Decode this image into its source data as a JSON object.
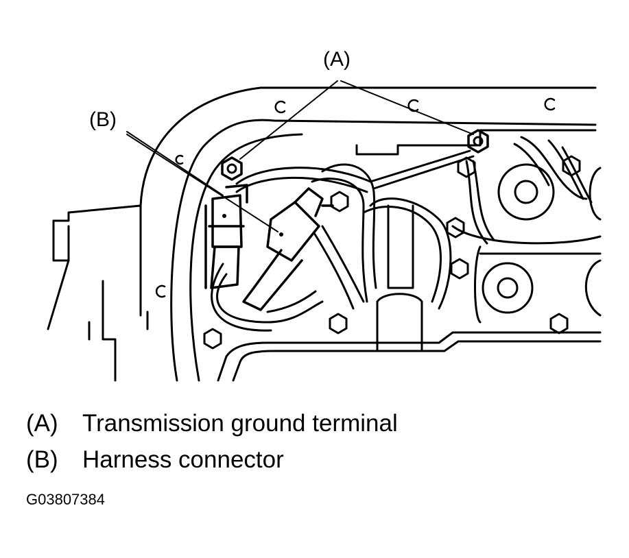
{
  "callouts": {
    "a": "(A)",
    "b": "(B)"
  },
  "legend": [
    {
      "key": "(A)",
      "text": "Transmission ground terminal"
    },
    {
      "key": "(B)",
      "text": "Harness connector"
    }
  ],
  "figure_id": "G03807384",
  "colors": {
    "ink": "#000000",
    "paper": "#ffffff"
  }
}
